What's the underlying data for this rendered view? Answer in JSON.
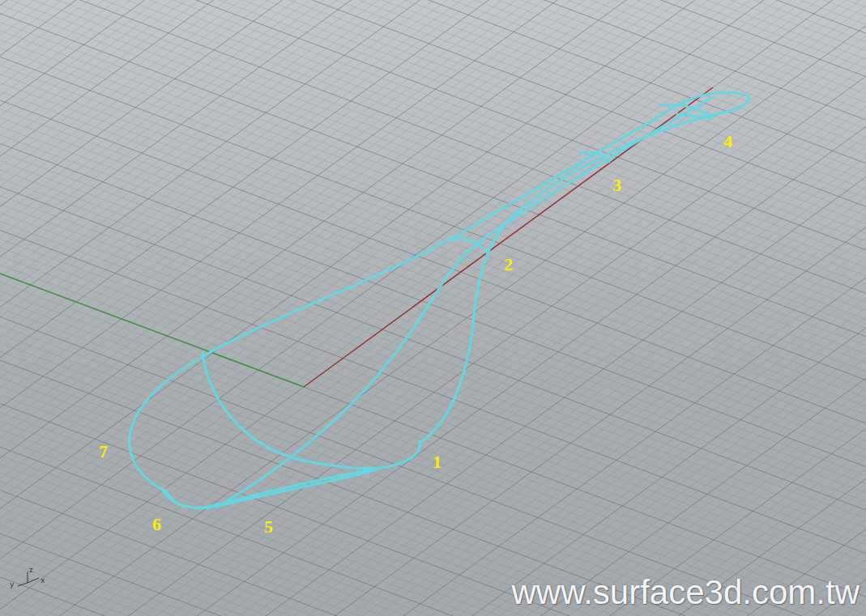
{
  "diagram": {
    "labels": [
      "1",
      "2",
      "3",
      "4",
      "5",
      "6",
      "7",
      "www.surface3d.com.tw",
      "z",
      "y",
      "x"
    ]
  }
}
